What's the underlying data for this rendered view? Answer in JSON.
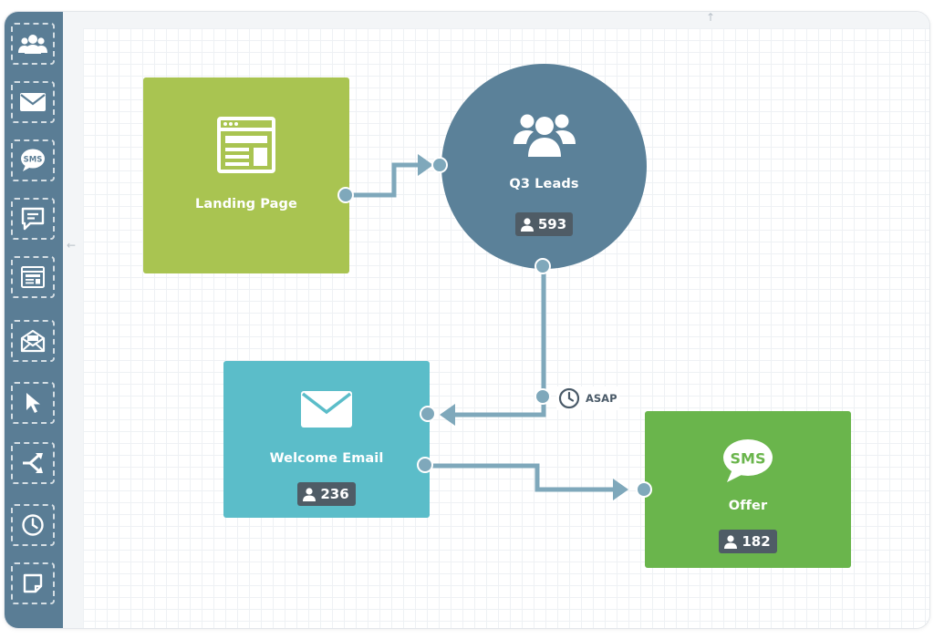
{
  "toolbar": {
    "tools": [
      {
        "name": "contacts-tool",
        "icon": "users-icon"
      },
      {
        "name": "email-tool",
        "icon": "envelope-icon"
      },
      {
        "name": "sms-tool",
        "icon": "sms-bubble-icon",
        "glyph": "SMS"
      },
      {
        "name": "message-tool",
        "icon": "chat-bubble-icon"
      },
      {
        "name": "landing-page-tool",
        "icon": "web-page-icon"
      },
      {
        "name": "open-email-tool",
        "icon": "open-envelope-icon"
      },
      {
        "name": "click-tool",
        "icon": "cursor-icon"
      },
      {
        "name": "split-tool",
        "icon": "split-icon"
      },
      {
        "name": "wait-tool",
        "icon": "clock-icon"
      },
      {
        "name": "note-tool",
        "icon": "note-icon"
      }
    ]
  },
  "colors": {
    "sidebar": "#5a7d95",
    "landing_page": "#a9c451",
    "leads": "#5b8199",
    "email": "#5bbdc9",
    "sms": "#6ab54c",
    "connector": "#7fa8bb",
    "badge": "#4f5c66"
  },
  "canvas": {
    "nodes": {
      "landing_page": {
        "label": "Landing Page",
        "icon": "web-page-icon"
      },
      "q3_leads": {
        "label": "Q3 Leads",
        "icon": "users-icon",
        "count": "593"
      },
      "welcome_email": {
        "label": "Welcome Email",
        "icon": "envelope-icon",
        "count": "236"
      },
      "offer": {
        "label": "Offer",
        "icon": "sms-bubble-icon",
        "icon_text": "SMS",
        "count": "182"
      }
    },
    "delay": {
      "label": "ASAP",
      "icon": "clock-icon"
    },
    "hints": {
      "up": "↑",
      "left": "←"
    }
  }
}
